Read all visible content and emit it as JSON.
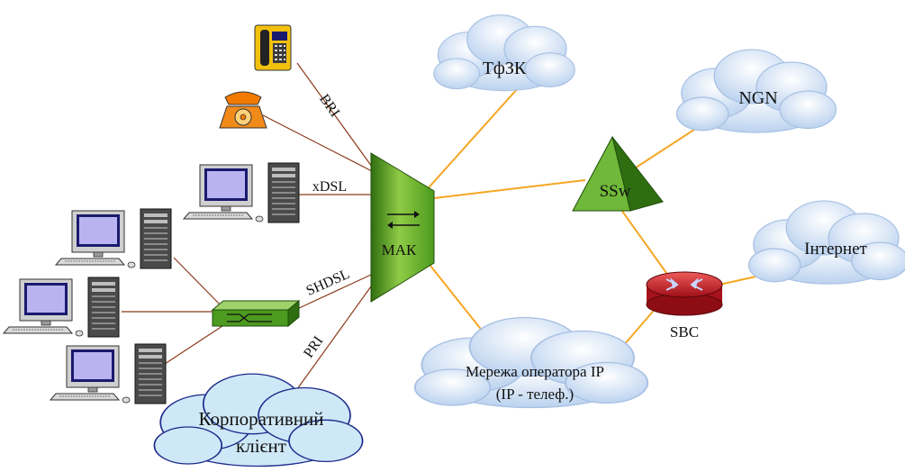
{
  "labels": {
    "mak": "МАК",
    "ssw": "SSw",
    "sbc": "SBC",
    "tfzk": "ТфЗК",
    "ngn": "NGN",
    "internet": "Інтернет",
    "ip_network_line1": "Мережа оператора IP",
    "ip_network_line2": "(IP -  телеф.)",
    "corporate_line1": "Корпоративний",
    "corporate_line2": "клієнт",
    "bri": "BRI",
    "xdsl": "xDSL",
    "shdsl": "SHDSL",
    "pri": "PRI"
  },
  "colors": {
    "orange_link": "#f5a623",
    "brown_link": "#8b3a1a",
    "green": "#4c9a1f",
    "router_red": "#cc1f2a",
    "cloud_blue": "#c9dcf3",
    "corporate_cloud": "#cfe8f7"
  },
  "icons": [
    "isdn-phone-icon",
    "analog-phone-icon",
    "computer-icon",
    "switch-icon",
    "router-icon",
    "softswitch-icon",
    "mak-icon",
    "cloud-icon"
  ]
}
